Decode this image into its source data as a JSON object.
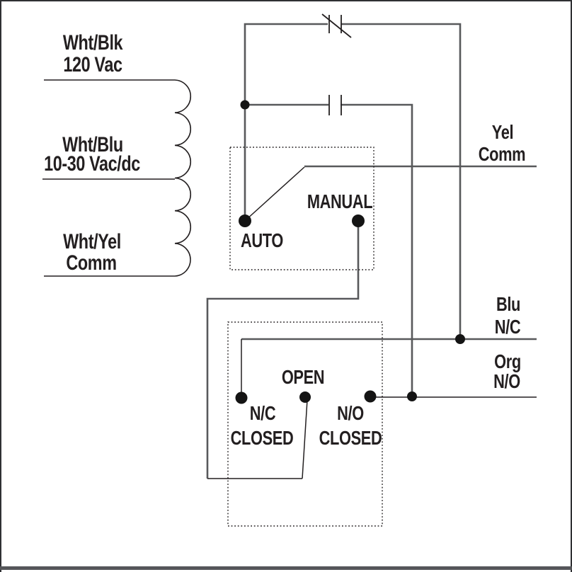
{
  "transformer": {
    "primary": {
      "line1": "Wht/Blk",
      "line2": "120 Vac"
    },
    "secondary": {
      "line1": "Wht/Blu",
      "line2": "10-30 Vac/dc"
    },
    "common": {
      "line1": "Wht/Yel",
      "line2": "Comm"
    }
  },
  "mode_switch": {
    "auto": "AUTO",
    "manual": "MANUAL"
  },
  "end_switch": {
    "open": "OPEN",
    "nc": "N/C",
    "nc_state": "CLOSED",
    "no": "N/O",
    "no_state": "CLOSED"
  },
  "terminals": {
    "yel": {
      "line1": "Yel",
      "line2": "Comm"
    },
    "blu": {
      "line1": "Blu",
      "line2": "N/C"
    },
    "org": {
      "line1": "Org",
      "line2": "N/O"
    }
  },
  "colors": {
    "wire_gray": "#58595b",
    "ink_black": "#231f20",
    "footer_bar": "#55565a"
  }
}
